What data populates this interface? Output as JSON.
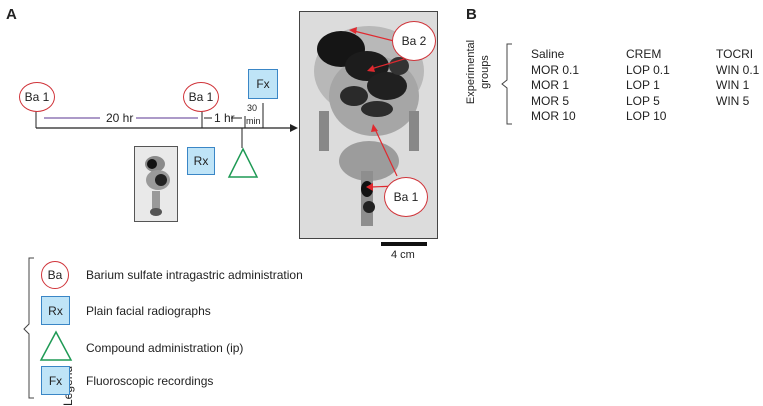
{
  "panelA": {
    "letter": "A",
    "timeline": {
      "ba1_left": "Ba 1",
      "ba1_mid": "Ba 1",
      "interval_20hr": "20 hr",
      "interval_1hr": "1 hr",
      "interval_30": "30",
      "interval_min": "min",
      "fx": "Fx",
      "rx": "Rx"
    },
    "image": {
      "label_ba2": "Ba 2",
      "label_ba1": "Ba 1",
      "scale_label": "4 cm"
    },
    "legend": {
      "title": "Legend",
      "items": [
        {
          "symbol": "Ba",
          "text": "Barium sulfate intragastric administration"
        },
        {
          "symbol": "Rx",
          "text": "Plain facial radiographs"
        },
        {
          "symbol": "",
          "text": "Compound administration (ip)"
        },
        {
          "symbol": "Fx",
          "text": "Fluoroscopic recordings"
        }
      ]
    }
  },
  "panelB": {
    "letter": "B",
    "title_line1": "Experimental",
    "title_line2": "groups",
    "columns": [
      [
        "Saline",
        "MOR 0.1",
        "MOR 1",
        "MOR 5",
        "MOR 10"
      ],
      [
        "CREM",
        "LOP 0.1",
        "LOP 1",
        "LOP 5",
        "LOP 10"
      ],
      [
        "TOCRI",
        "WIN 0.1",
        "WIN 1",
        "WIN 5"
      ]
    ]
  },
  "colors": {
    "barium_circle": "#d0343a",
    "box_fill": "#bfe4f7",
    "box_border": "#3a86c6",
    "triangle": "#1f9a55",
    "interval_line": "#7b5ea7",
    "arrow": "#e0292f"
  }
}
